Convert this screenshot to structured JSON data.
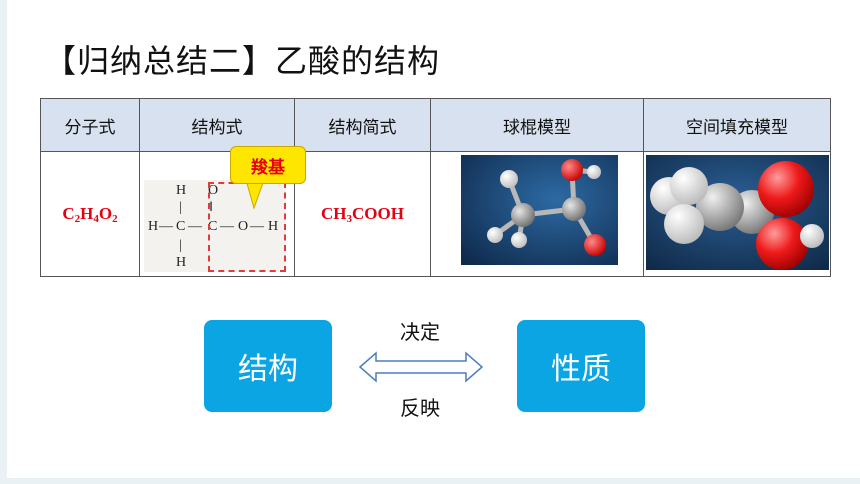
{
  "slide": {
    "title": "【归纳总结二】乙酸的结构"
  },
  "table": {
    "headers": [
      "分子式",
      "结构式",
      "结构简式",
      "球棍模型",
      "空间填充模型"
    ],
    "molecular_formula": {
      "c": "C",
      "c_n": "2",
      "h": "H",
      "h_n": "4",
      "o": "O",
      "o_n": "2"
    },
    "structural_formula": {
      "atoms": {
        "h": "H",
        "c": "C",
        "o": "O",
        "double_bond": "‖",
        "single_bond_v": "|",
        "single_bond_h": "—"
      },
      "callout": "羧基"
    },
    "condensed_formula": {
      "prefix": "CH",
      "n": "3",
      "suffix": "COOH"
    },
    "colors": {
      "oxygen": "#e00000",
      "carbon": "#8d8d8d",
      "hydrogen": "#f2f2f2",
      "model_bg": "#14365e"
    }
  },
  "relation": {
    "left_box": "结构",
    "right_box": "性质",
    "top_label": "决定",
    "bottom_label": "反映",
    "box_color": "#0aa5e2"
  }
}
